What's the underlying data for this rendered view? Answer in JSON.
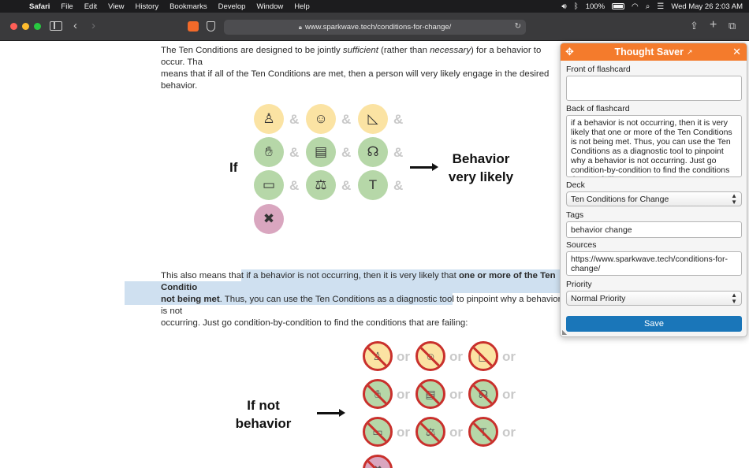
{
  "menubar": {
    "app": "Safari",
    "items": [
      "File",
      "Edit",
      "View",
      "History",
      "Bookmarks",
      "Develop",
      "Window",
      "Help"
    ],
    "battery": "100%",
    "datetime": "Wed May 26  2:03 AM"
  },
  "browser": {
    "url": "www.sparkwave.tech/conditions-for-change/"
  },
  "article": {
    "p1_a": "The Ten Conditions are designed to be jointly ",
    "p1_b": "sufficient",
    "p1_c": " (rather than ",
    "p1_d": "necessary",
    "p1_e": ") for a behavior to occur. Tha",
    "p1_line2": "means that if all of the Ten Conditions are met, then a person will very likely engage in the desired behavior.",
    "if_word": "If",
    "amp": "&",
    "behavior_line1": "Behavior",
    "behavior_line2": "very likely",
    "p2_a": "This also means that ",
    "p2_b": "if a behavior is not occurring, then it is very likely that ",
    "p2_c": "one or more of the Ten Conditio",
    "p2_d": "not being met",
    "p2_e": ". Thus, you can use the Ten Conditions as a diagnostic tool to pinpoint why a behavior is not",
    "p2_f": "occurring. Just go condition-by-condition to find the conditions that are failing",
    "p2_g": ":",
    "ifnot_line1": "If not",
    "ifnot_line2": "behavior",
    "or": "or"
  },
  "panel": {
    "title": "Thought Saver",
    "front_label": "Front of flashcard",
    "front_value": "",
    "back_label": "Back of flashcard",
    "back_value": "if a behavior is not occurring, then it is very likely that one or more of the Ten Conditions is not being met. Thus, you can use the Ten Conditions as a diagnostic tool to pinpoint why a behavior is not occurring. Just go condition-by-condition to find the conditions that are failing",
    "deck_label": "Deck",
    "deck_value": "Ten Conditions for Change",
    "tags_label": "Tags",
    "tags_value": "behavior change",
    "sources_label": "Sources",
    "sources_value": "https://www.sparkwave.tech/conditions-for-change/",
    "priority_label": "Priority",
    "priority_value": "Normal Priority",
    "save_label": "Save"
  },
  "colors": {
    "accent": "#f47b2c",
    "save": "#1a76b9",
    "highlight": "#cfe0f0",
    "no_sign": "#c9302c"
  }
}
